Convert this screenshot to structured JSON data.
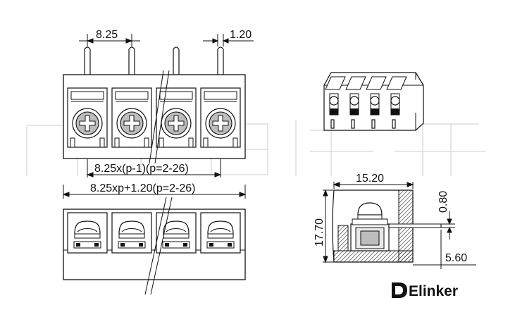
{
  "dimensions": {
    "pitch": "8.25",
    "pin_width": "1.20",
    "span_inner": "8.25x(p-1)(p=2-26)",
    "span_total": "8.25xp+1.20(p=2-26)",
    "side_depth": "15.20",
    "side_height": "17.70",
    "pin_thickness": "0.80",
    "pin_length": "5.60"
  },
  "logo": {
    "text": "Elinker"
  },
  "colors": {
    "line": "#111111",
    "screw_fill": "#bdbdbd",
    "hatch": "#333333"
  }
}
